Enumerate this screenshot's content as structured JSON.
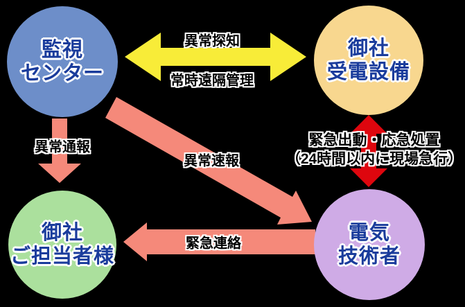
{
  "colors": {
    "background": "#000000",
    "yellow_arrow": "#f8ec38",
    "salmon_arrow": "#f5897a",
    "red_arrow": "#de060e",
    "node_text": "#1a3c9c",
    "label_text": "#000000"
  },
  "nodes": [
    {
      "id": "monitoring-center",
      "lines": [
        "監視",
        "センター"
      ],
      "color": "#6d8ec9"
    },
    {
      "id": "power-equipment",
      "lines": [
        "御社",
        "受電設備"
      ],
      "color": "#f8d78f"
    },
    {
      "id": "contact-person",
      "lines": [
        "御社",
        "ご担当者様"
      ],
      "color": "#abe09d"
    },
    {
      "id": "electrical-engineer",
      "lines": [
        "電気",
        "技術者"
      ],
      "color": "#cfabe6"
    }
  ],
  "labels": {
    "anomaly_detection": "異常探知",
    "remote_management": "常時遠隔管理",
    "anomaly_report": "異常通報",
    "anomaly_flash": "異常速報",
    "emergency_dispatch_line1": "緊急出動・応急処置",
    "emergency_dispatch_line2": "（24時間以内に現場急行）",
    "emergency_contact": "緊急連絡"
  }
}
